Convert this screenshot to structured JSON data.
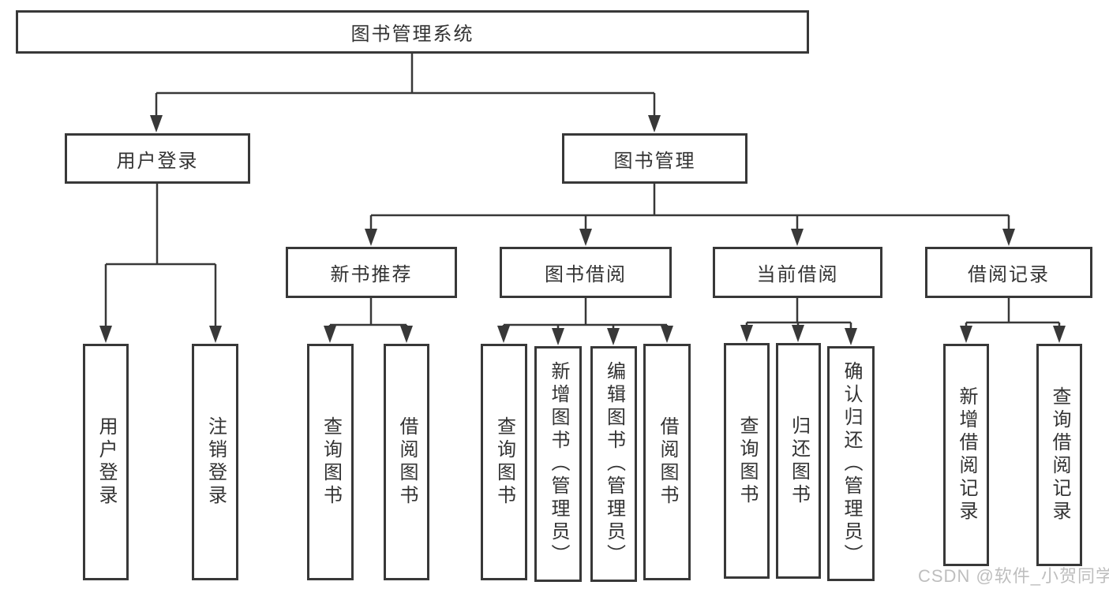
{
  "tree": {
    "root": {
      "label": "图书管理系统"
    },
    "level2": [
      {
        "label": "用户登录",
        "children": [
          {
            "label": "用户登录"
          },
          {
            "label": "注销登录"
          }
        ]
      },
      {
        "label": "图书管理",
        "children": [
          {
            "label": "新书推荐",
            "children": [
              {
                "label": "查询图书"
              },
              {
                "label": "借阅图书"
              }
            ]
          },
          {
            "label": "图书借阅",
            "children": [
              {
                "label": "查询图书"
              },
              {
                "label": "新增图书（管理员）"
              },
              {
                "label": "编辑图书（管理员）"
              },
              {
                "label": "借阅图书"
              }
            ]
          },
          {
            "label": "当前借阅",
            "children": [
              {
                "label": "查询图书"
              },
              {
                "label": "归还图书"
              },
              {
                "label": "确认归还（管理员）"
              }
            ]
          },
          {
            "label": "借阅记录",
            "children": [
              {
                "label": "新增借阅记录"
              },
              {
                "label": "查询借阅记录"
              }
            ]
          }
        ]
      }
    ]
  },
  "watermark": {
    "text": "CSDN @软件_小贺同学"
  },
  "colors": {
    "line": "#383838",
    "text": "#333333",
    "background": "#ffffff",
    "watermark": "#b3b3b3"
  }
}
